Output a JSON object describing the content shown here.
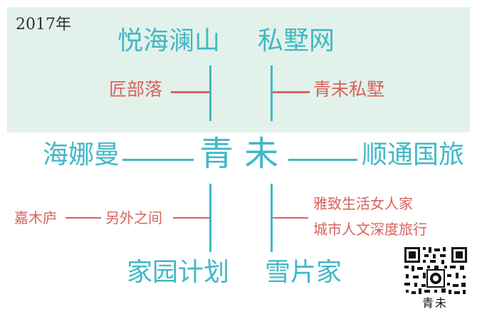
{
  "year": "2017年",
  "center": "青 未",
  "top_left": "悦海澜山",
  "top_right": "私墅网",
  "left": "海娜曼",
  "right": "顺通国旅",
  "bottom_left": "家园计划",
  "bottom_right": "雪片家",
  "upper_left_branch": "匠部落",
  "upper_right_branch": "青未私墅",
  "lower_left_branch_a": "嘉木庐",
  "lower_left_branch_b": "另外之间",
  "lower_right_branch_1": "雅致生活女人家",
  "lower_right_branch_2": "城市人文深度旅行",
  "qr_label": "青未",
  "colors": {
    "teal": "#41b8c7",
    "red": "#d9625f",
    "band": "#e2f2ea"
  }
}
